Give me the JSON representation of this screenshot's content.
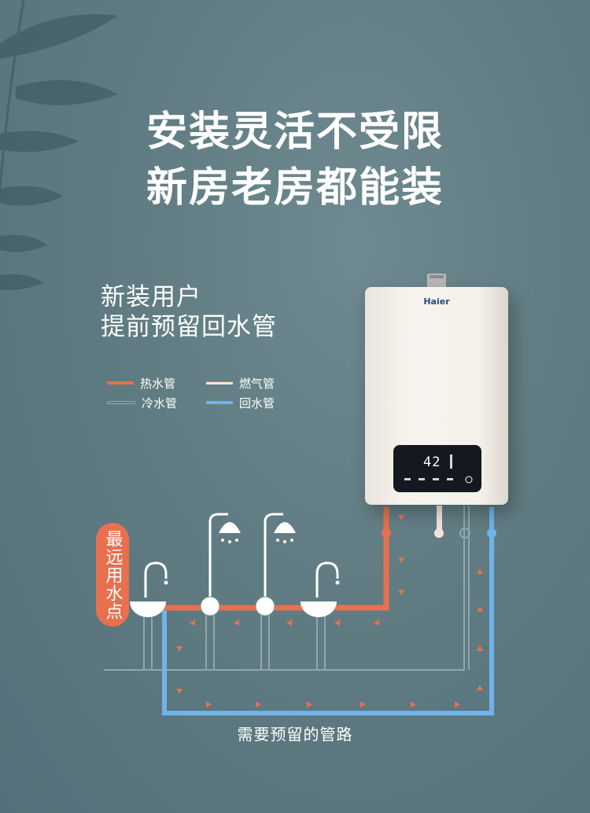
{
  "headline": {
    "line1": "安装灵活不受限",
    "line2": "新房老房都能装"
  },
  "subtitle": {
    "line1": "新装用户",
    "line2": "提前预留回水管"
  },
  "legend": [
    {
      "label": "热水管",
      "color": "#e8704f",
      "style": "hot"
    },
    {
      "label": "燃气管",
      "color": "#f4e4df",
      "style": "gas"
    },
    {
      "label": "冷水管",
      "color": "#8fa7ad",
      "style": "cold"
    },
    {
      "label": "回水管",
      "color": "#6fb3ea",
      "style": "return"
    }
  ],
  "farthest_point": "最远用水点",
  "caption": "需要预留的管路",
  "heater": {
    "brand": "Haier",
    "temperature": "42"
  },
  "colors": {
    "hot": "#e8704f",
    "return": "#6fb3ea",
    "cold": "#8fa7ad"
  }
}
